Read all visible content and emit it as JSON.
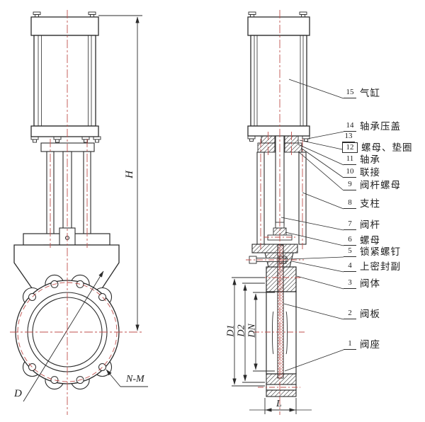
{
  "drawing": {
    "parts": {
      "p15": {
        "num": "15",
        "name": "气缸"
      },
      "p14": {
        "num": "14",
        "name": "轴承压盖"
      },
      "p13": {
        "num": "13"
      },
      "p12": {
        "num": "12",
        "name": "螺母、垫圈"
      },
      "p11": {
        "num": "11",
        "name": "轴承"
      },
      "p10": {
        "num": "10",
        "name": "联接"
      },
      "p9": {
        "num": "9",
        "name": "阀杆螺母"
      },
      "p8": {
        "num": "8",
        "name": "支柱"
      },
      "p7": {
        "num": "7",
        "name": "阀杆"
      },
      "p6": {
        "num": "6",
        "name": "螺母"
      },
      "p5": {
        "num": "5",
        "name": "锁紧螺钉"
      },
      "p4": {
        "num": "4",
        "name": "上密封副"
      },
      "p3": {
        "num": "3",
        "name": "阀体"
      },
      "p2": {
        "num": "2",
        "name": "阀板"
      },
      "p1": {
        "num": "1",
        "name": "阀座"
      }
    },
    "dimensions": {
      "overall_height": "H",
      "bore": "D",
      "bolt_holes": "N-M",
      "flange_od": "D1",
      "bolt_circle": "D2",
      "nominal_bore": "DN",
      "face_to_face": "L"
    },
    "colors": {
      "line": "#2b2b2b",
      "centerline": "#c0504d",
      "hatch": "#555555",
      "background": "#ffffff"
    }
  }
}
